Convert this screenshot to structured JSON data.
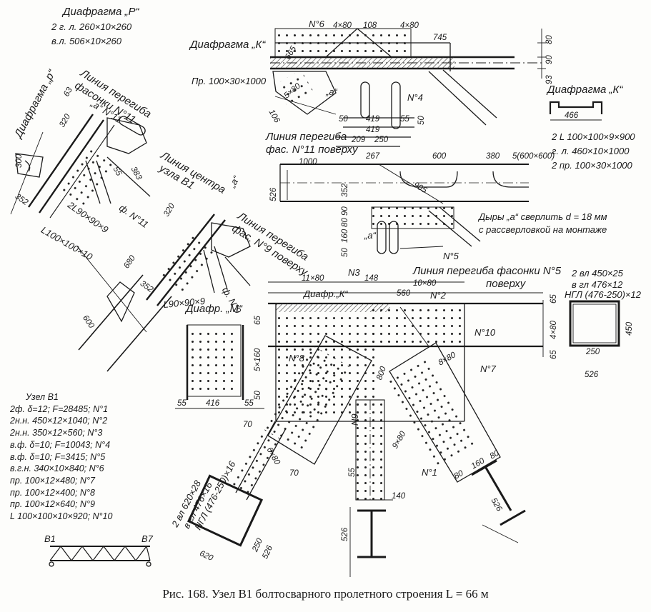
{
  "diaphragm_p": {
    "title": "Диафрагма „Р“",
    "line1": "2 г. л. 260×10×260",
    "line2": "в.л. 506×10×260"
  },
  "diaphragm_p_rot": "Диафрагма „р“",
  "diaphragm_k_top": "Диафрагма „К“",
  "diaphragm_k_right": "Диафрагма „К“",
  "diaphragm_k_spec": [
    "2 L 100×100×9×900",
    "г. л. 460×10×1000",
    "2 пр. 100×30×1000"
  ],
  "diaphragm_m": "Диафр. „М“",
  "diaphragm_k_small": "Диафр.„К“",
  "strip_top": "Пр. 100×30×1000",
  "bend_line_11": [
    "Линия перегиба",
    "фасонки N°11"
  ],
  "bend_line_11_top": [
    "Линия перегиба",
    "фас. N°11 поверху"
  ],
  "bend_line_9": [
    "Линия перегиба",
    "фас. N°9 поверху"
  ],
  "centre_line": [
    "Линия центра",
    "узла B1"
  ],
  "bend_line_5": [
    "Линия перегиба фасонки N°5",
    "поверху"
  ],
  "holes_note": [
    "Дыры „а“ сверлить d = 18 мм",
    "с рассверловкой на монтаже"
  ],
  "section_right": [
    "2 вл 450×25",
    "в гл 476×12",
    "НГЛ (476-250)×12"
  ],
  "section_left": [
    "2 вл 620×28",
    "в гл 476×16",
    "НГЛ (476-250)×16"
  ],
  "angle_l100": "L100×100×10",
  "angle_2l90": "2L90×90×9",
  "angle_l90": "L90×90×9",
  "phi_n11": "ф. N°11",
  "phi_n9": "ф. N°9",
  "marks": {
    "n1": "N°1",
    "n2": "N°2",
    "n3": "N3",
    "n4": "N°4",
    "n5": "N°5",
    "n6": "N°6",
    "n7": "N°7",
    "n8": "N°8",
    "n9": "N9",
    "n10": "N°10",
    "n11": "„а“ N°11",
    "a1": "„а“",
    "a2": "„а“",
    "a3": "„а“",
    "a4": "„а“"
  },
  "dims": {
    "d4x80a": "4×80",
    "d108": "108",
    "d4x80b": "4×80",
    "d745": "745",
    "d665": "665",
    "d80": "80",
    "d90": "90",
    "d93": "93",
    "d5x80": "5×80",
    "d106": "106",
    "d50a": "50",
    "d419a": "419",
    "d55a": "55",
    "d50b": "50",
    "d419b": "419",
    "d209": "209",
    "d250": "250",
    "d466": "466",
    "d320a": "320",
    "d63": "63",
    "d300": "300",
    "d352a": "352",
    "d55b": "55",
    "d383": "383",
    "d1000": "1000",
    "d267": "267",
    "d600": "600",
    "d380": "380",
    "d5x600": "5(600×600)",
    "d526a": "526",
    "d352b": "352",
    "d905": "905",
    "d50c": "50",
    "d160": "160",
    "d80b": "80",
    "d90b": "90",
    "d320b": "320",
    "d680": "680",
    "d352c": "352",
    "d600b": "600",
    "d11x80": "11×80",
    "d148": "148",
    "d10x80": "10×80",
    "d560": "560",
    "d65a": "65",
    "d4x80c": "4×80",
    "d65b": "65",
    "d450": "450",
    "d250b": "250",
    "d526b": "526",
    "d65c": "65",
    "d5x160": "5×160",
    "d50d": "50",
    "d55c": "55",
    "d416": "416",
    "d55d": "55",
    "d800": "800",
    "d8x80": "8×80",
    "d9x80": "9×80",
    "d70a": "70",
    "d70b": "70",
    "d6x80": "6×80",
    "d55e": "55",
    "d140": "140",
    "d526c": "526",
    "d80c": "80",
    "d160b": "160",
    "d80d": "80",
    "d526d": "526",
    "d620": "620",
    "d250c": "250",
    "d526e": "526"
  },
  "legend": {
    "title": "Узел B1",
    "items": [
      "2ф. δ=12; F=28485; N°1",
      "2н.н. 450×12×1040; N°2",
      "2н.н. 350×12×560; N°3",
      "в.ф. δ=10; F=10043; N°4",
      "в.ф. δ=10; F=3415; N°5",
      "в.г.н. 340×10×840; N°6",
      "пр. 100×12×480; N°7",
      "пр. 100×12×400; N°8",
      "пр. 100×12×640; N°9",
      "L 100×100×10×920; N°10"
    ]
  },
  "truss": {
    "left": "B1",
    "right": "B7"
  },
  "caption": "Рис. 168. Узел B1 болтосварного пролетного строения L = 66 м"
}
